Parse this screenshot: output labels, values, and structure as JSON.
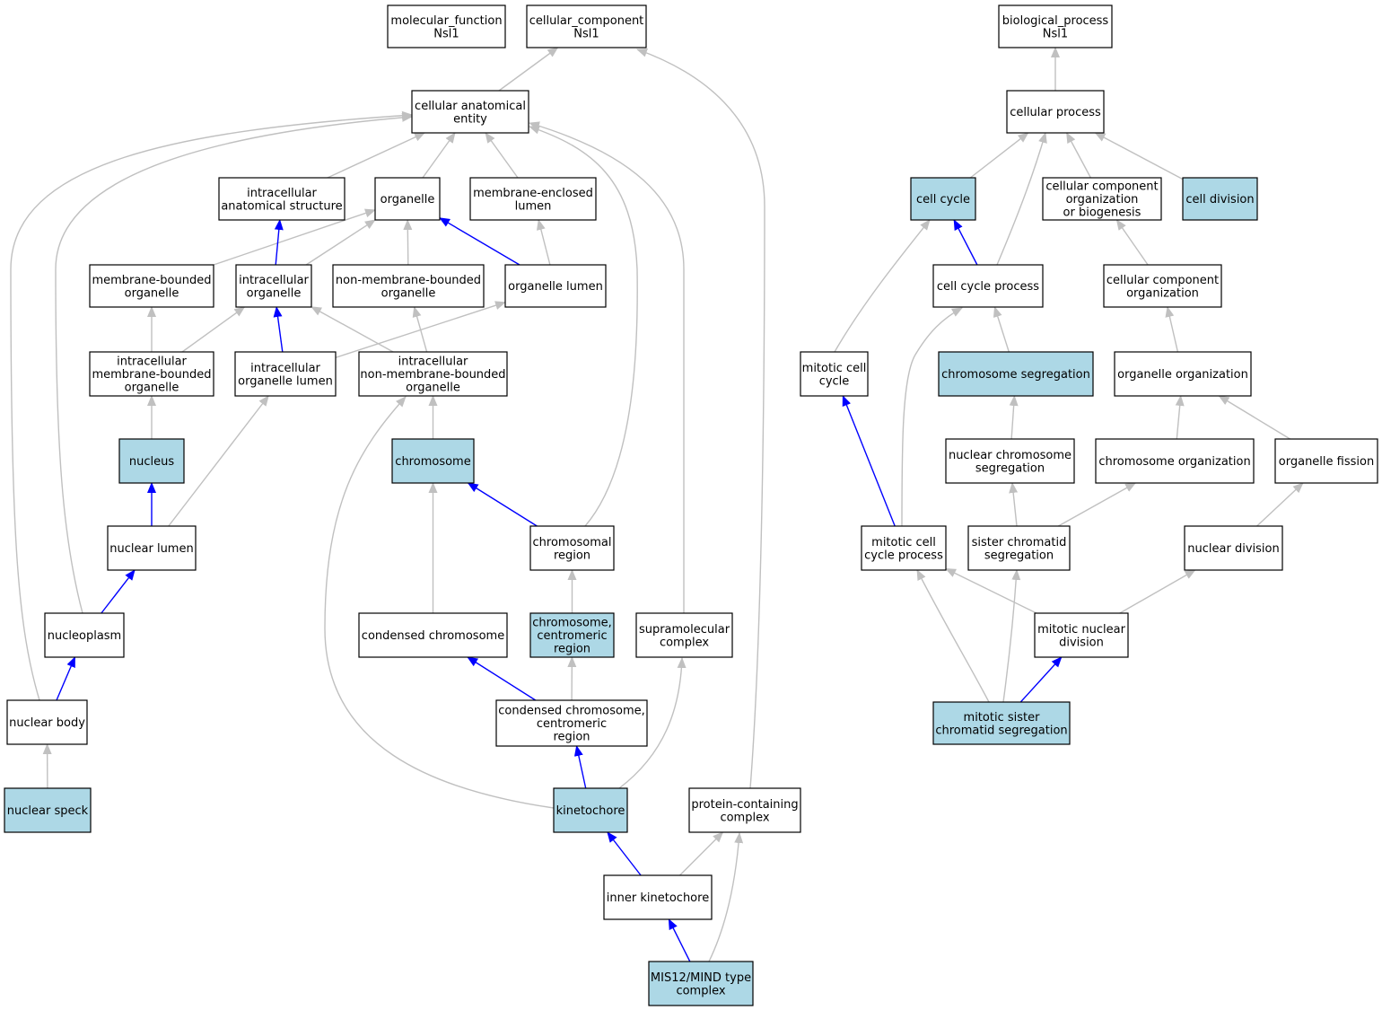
{
  "colors": {
    "highlight_fill": "#add8e6",
    "plain_fill": "#ffffff",
    "isa_edge": "#c0c0c0",
    "partof_edge": "#0000ff"
  },
  "nodes": [
    {
      "id": "molecular_function",
      "lines": [
        "molecular_function",
        "Nsl1"
      ],
      "highlight": false
    },
    {
      "id": "cellular_component",
      "lines": [
        "cellular_component",
        "Nsl1"
      ],
      "highlight": false
    },
    {
      "id": "biological_process",
      "lines": [
        "biological_process",
        "Nsl1"
      ],
      "highlight": false
    },
    {
      "id": "cellular_anatomical_entity",
      "lines": [
        "cellular anatomical",
        "entity"
      ],
      "highlight": false
    },
    {
      "id": "cellular_process",
      "lines": [
        "cellular process"
      ],
      "highlight": false
    },
    {
      "id": "intracellular_anatomical_structure",
      "lines": [
        "intracellular",
        "anatomical structure"
      ],
      "highlight": false
    },
    {
      "id": "organelle",
      "lines": [
        "organelle"
      ],
      "highlight": false
    },
    {
      "id": "membrane_enclosed_lumen",
      "lines": [
        "membrane-enclosed",
        "lumen"
      ],
      "highlight": false
    },
    {
      "id": "cell_cycle",
      "lines": [
        "cell cycle"
      ],
      "highlight": true
    },
    {
      "id": "cellular_component_organization_or_biogenesis",
      "lines": [
        "cellular component",
        "organization",
        "or biogenesis"
      ],
      "highlight": false
    },
    {
      "id": "cell_division",
      "lines": [
        "cell division"
      ],
      "highlight": true
    },
    {
      "id": "membrane_bounded_organelle",
      "lines": [
        "membrane-bounded",
        "organelle"
      ],
      "highlight": false
    },
    {
      "id": "intracellular_organelle",
      "lines": [
        "intracellular",
        "organelle"
      ],
      "highlight": false
    },
    {
      "id": "non_membrane_bounded_organelle",
      "lines": [
        "non-membrane-bounded",
        "organelle"
      ],
      "highlight": false
    },
    {
      "id": "organelle_lumen",
      "lines": [
        "organelle lumen"
      ],
      "highlight": false
    },
    {
      "id": "cell_cycle_process",
      "lines": [
        "cell cycle process"
      ],
      "highlight": false
    },
    {
      "id": "cellular_component_organization",
      "lines": [
        "cellular component",
        "organization"
      ],
      "highlight": false
    },
    {
      "id": "intracellular_membrane_bounded_organelle",
      "lines": [
        "intracellular",
        "membrane-bounded",
        "organelle"
      ],
      "highlight": false
    },
    {
      "id": "intracellular_organelle_lumen",
      "lines": [
        "intracellular",
        "organelle lumen"
      ],
      "highlight": false
    },
    {
      "id": "intracellular_non_membrane_bounded_organelle",
      "lines": [
        "intracellular",
        "non-membrane-bounded",
        "organelle"
      ],
      "highlight": false
    },
    {
      "id": "mitotic_cell_cycle",
      "lines": [
        "mitotic cell",
        "cycle"
      ],
      "highlight": false
    },
    {
      "id": "chromosome_segregation",
      "lines": [
        "chromosome segregation"
      ],
      "highlight": true
    },
    {
      "id": "organelle_organization",
      "lines": [
        "organelle organization"
      ],
      "highlight": false
    },
    {
      "id": "nucleus",
      "lines": [
        "nucleus"
      ],
      "highlight": true
    },
    {
      "id": "chromosome",
      "lines": [
        "chromosome"
      ],
      "highlight": true
    },
    {
      "id": "nuclear_chromosome_segregation",
      "lines": [
        "nuclear chromosome",
        "segregation"
      ],
      "highlight": false
    },
    {
      "id": "chromosome_organization",
      "lines": [
        "chromosome organization"
      ],
      "highlight": false
    },
    {
      "id": "organelle_fission",
      "lines": [
        "organelle fission"
      ],
      "highlight": false
    },
    {
      "id": "nuclear_lumen",
      "lines": [
        "nuclear lumen"
      ],
      "highlight": false
    },
    {
      "id": "chromosomal_region",
      "lines": [
        "chromosomal",
        "region"
      ],
      "highlight": false
    },
    {
      "id": "mitotic_cell_cycle_process",
      "lines": [
        "mitotic cell",
        "cycle process"
      ],
      "highlight": false
    },
    {
      "id": "sister_chromatid_segregation",
      "lines": [
        "sister chromatid",
        "segregation"
      ],
      "highlight": false
    },
    {
      "id": "nuclear_division",
      "lines": [
        "nuclear division"
      ],
      "highlight": false
    },
    {
      "id": "nucleoplasm",
      "lines": [
        "nucleoplasm"
      ],
      "highlight": false
    },
    {
      "id": "condensed_chromosome",
      "lines": [
        "condensed chromosome"
      ],
      "highlight": false
    },
    {
      "id": "chromosome_centromeric_region",
      "lines": [
        "chromosome,",
        "centromeric",
        "region"
      ],
      "highlight": true
    },
    {
      "id": "supramolecular_complex",
      "lines": [
        "supramolecular",
        "complex"
      ],
      "highlight": false
    },
    {
      "id": "mitotic_nuclear_division",
      "lines": [
        "mitotic nuclear",
        "division"
      ],
      "highlight": false
    },
    {
      "id": "nuclear_body",
      "lines": [
        "nuclear body"
      ],
      "highlight": false
    },
    {
      "id": "condensed_chromosome_centromeric_region",
      "lines": [
        "condensed chromosome,",
        "centromeric",
        "region"
      ],
      "highlight": false
    },
    {
      "id": "mitotic_sister_chromatid_segregation",
      "lines": [
        "mitotic sister",
        "chromatid segregation"
      ],
      "highlight": true
    },
    {
      "id": "nuclear_speck",
      "lines": [
        "nuclear speck"
      ],
      "highlight": true
    },
    {
      "id": "kinetochore",
      "lines": [
        "kinetochore"
      ],
      "highlight": true
    },
    {
      "id": "protein_containing_complex",
      "lines": [
        "protein-containing",
        "complex"
      ],
      "highlight": false
    },
    {
      "id": "inner_kinetochore",
      "lines": [
        "inner kinetochore"
      ],
      "highlight": false
    },
    {
      "id": "mis12_mind_type_complex",
      "lines": [
        "MIS12/MIND type",
        "complex"
      ],
      "highlight": true
    }
  ],
  "edges": [
    {
      "from": "cellular_anatomical_entity",
      "to": "cellular_component",
      "kind": "is_a"
    },
    {
      "from": "intracellular_anatomical_structure",
      "to": "cellular_anatomical_entity",
      "kind": "is_a"
    },
    {
      "from": "organelle",
      "to": "cellular_anatomical_entity",
      "kind": "is_a"
    },
    {
      "from": "membrane_enclosed_lumen",
      "to": "cellular_anatomical_entity",
      "kind": "is_a"
    },
    {
      "from": "membrane_bounded_organelle",
      "to": "organelle",
      "kind": "is_a"
    },
    {
      "from": "intracellular_organelle",
      "to": "organelle",
      "kind": "is_a"
    },
    {
      "from": "intracellular_organelle",
      "to": "intracellular_anatomical_structure",
      "kind": "part_of"
    },
    {
      "from": "non_membrane_bounded_organelle",
      "to": "organelle",
      "kind": "is_a"
    },
    {
      "from": "organelle_lumen",
      "to": "organelle",
      "kind": "part_of"
    },
    {
      "from": "organelle_lumen",
      "to": "membrane_enclosed_lumen",
      "kind": "is_a"
    },
    {
      "from": "intracellular_membrane_bounded_organelle",
      "to": "membrane_bounded_organelle",
      "kind": "is_a"
    },
    {
      "from": "intracellular_membrane_bounded_organelle",
      "to": "intracellular_organelle",
      "kind": "is_a"
    },
    {
      "from": "intracellular_organelle_lumen",
      "to": "intracellular_organelle",
      "kind": "part_of"
    },
    {
      "from": "intracellular_organelle_lumen",
      "to": "organelle_lumen",
      "kind": "is_a"
    },
    {
      "from": "intracellular_non_membrane_bounded_organelle",
      "to": "intracellular_organelle",
      "kind": "is_a"
    },
    {
      "from": "intracellular_non_membrane_bounded_organelle",
      "to": "non_membrane_bounded_organelle",
      "kind": "is_a"
    },
    {
      "from": "nucleus",
      "to": "intracellular_membrane_bounded_organelle",
      "kind": "is_a"
    },
    {
      "from": "chromosome",
      "to": "intracellular_non_membrane_bounded_organelle",
      "kind": "is_a"
    },
    {
      "from": "nuclear_lumen",
      "to": "nucleus",
      "kind": "part_of"
    },
    {
      "from": "nuclear_lumen",
      "to": "intracellular_organelle_lumen",
      "kind": "is_a"
    },
    {
      "from": "chromosomal_region",
      "to": "chromosome",
      "kind": "part_of"
    },
    {
      "from": "chromosomal_region",
      "to": "cellular_anatomical_entity",
      "kind": "is_a"
    },
    {
      "from": "nucleoplasm",
      "to": "nuclear_lumen",
      "kind": "part_of"
    },
    {
      "from": "nucleoplasm",
      "to": "cellular_anatomical_entity",
      "kind": "is_a"
    },
    {
      "from": "condensed_chromosome",
      "to": "chromosome",
      "kind": "is_a"
    },
    {
      "from": "chromosome_centromeric_region",
      "to": "chromosomal_region",
      "kind": "is_a"
    },
    {
      "from": "supramolecular_complex",
      "to": "cellular_anatomical_entity",
      "kind": "is_a"
    },
    {
      "from": "nuclear_body",
      "to": "nucleoplasm",
      "kind": "part_of"
    },
    {
      "from": "nuclear_body",
      "to": "cellular_anatomical_entity",
      "kind": "is_a"
    },
    {
      "from": "condensed_chromosome_centromeric_region",
      "to": "condensed_chromosome",
      "kind": "part_of"
    },
    {
      "from": "condensed_chromosome_centromeric_region",
      "to": "chromosome_centromeric_region",
      "kind": "is_a"
    },
    {
      "from": "nuclear_speck",
      "to": "nuclear_body",
      "kind": "is_a"
    },
    {
      "from": "kinetochore",
      "to": "condensed_chromosome_centromeric_region",
      "kind": "part_of"
    },
    {
      "from": "kinetochore",
      "to": "supramolecular_complex",
      "kind": "is_a"
    },
    {
      "from": "kinetochore",
      "to": "intracellular_non_membrane_bounded_organelle",
      "kind": "is_a"
    },
    {
      "from": "protein_containing_complex",
      "to": "cellular_component",
      "kind": "is_a"
    },
    {
      "from": "inner_kinetochore",
      "to": "kinetochore",
      "kind": "part_of"
    },
    {
      "from": "inner_kinetochore",
      "to": "protein_containing_complex",
      "kind": "is_a"
    },
    {
      "from": "mis12_mind_type_complex",
      "to": "inner_kinetochore",
      "kind": "part_of"
    },
    {
      "from": "mis12_mind_type_complex",
      "to": "protein_containing_complex",
      "kind": "is_a"
    },
    {
      "from": "cellular_process",
      "to": "biological_process",
      "kind": "is_a"
    },
    {
      "from": "cell_cycle",
      "to": "cellular_process",
      "kind": "is_a"
    },
    {
      "from": "cellular_component_organization_or_biogenesis",
      "to": "cellular_process",
      "kind": "is_a"
    },
    {
      "from": "cell_division",
      "to": "cellular_process",
      "kind": "is_a"
    },
    {
      "from": "cell_cycle_process",
      "to": "cell_cycle",
      "kind": "part_of"
    },
    {
      "from": "cell_cycle_process",
      "to": "cellular_process",
      "kind": "is_a"
    },
    {
      "from": "cellular_component_organization",
      "to": "cellular_component_organization_or_biogenesis",
      "kind": "is_a"
    },
    {
      "from": "mitotic_cell_cycle",
      "to": "cell_cycle",
      "kind": "is_a"
    },
    {
      "from": "chromosome_segregation",
      "to": "cell_cycle_process",
      "kind": "is_a"
    },
    {
      "from": "organelle_organization",
      "to": "cellular_component_organization",
      "kind": "is_a"
    },
    {
      "from": "nuclear_chromosome_segregation",
      "to": "chromosome_segregation",
      "kind": "is_a"
    },
    {
      "from": "chromosome_organization",
      "to": "organelle_organization",
      "kind": "is_a"
    },
    {
      "from": "organelle_fission",
      "to": "organelle_organization",
      "kind": "is_a"
    },
    {
      "from": "mitotic_cell_cycle_process",
      "to": "mitotic_cell_cycle",
      "kind": "part_of"
    },
    {
      "from": "mitotic_cell_cycle_process",
      "to": "cell_cycle_process",
      "kind": "is_a"
    },
    {
      "from": "sister_chromatid_segregation",
      "to": "nuclear_chromosome_segregation",
      "kind": "is_a"
    },
    {
      "from": "sister_chromatid_segregation",
      "to": "chromosome_organization",
      "kind": "is_a"
    },
    {
      "from": "nuclear_division",
      "to": "organelle_fission",
      "kind": "is_a"
    },
    {
      "from": "mitotic_nuclear_division",
      "to": "mitotic_cell_cycle_process",
      "kind": "is_a"
    },
    {
      "from": "mitotic_nuclear_division",
      "to": "nuclear_division",
      "kind": "is_a"
    },
    {
      "from": "mitotic_sister_chromatid_segregation",
      "to": "mitotic_nuclear_division",
      "kind": "part_of"
    },
    {
      "from": "mitotic_sister_chromatid_segregation",
      "to": "mitotic_cell_cycle_process",
      "kind": "is_a"
    },
    {
      "from": "mitotic_sister_chromatid_segregation",
      "to": "sister_chromatid_segregation",
      "kind": "is_a"
    }
  ]
}
